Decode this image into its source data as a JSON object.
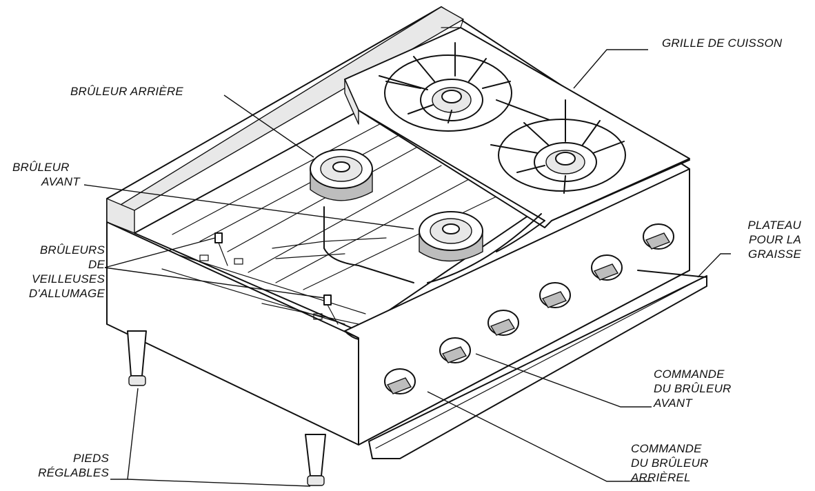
{
  "labels": {
    "grille": "GRILLE DE CUISSON",
    "bruleur_arriere": "BRÛLEUR ARRIÈRE",
    "bruleur_avant": [
      "BRÛLEUR",
      "AVANT"
    ],
    "veilleuses": [
      "BRÛLEURS",
      "DE",
      "VEILLEUSES",
      "D'ALLUMAGE"
    ],
    "plateau": [
      "PLATEAU",
      "POUR LA",
      "GRAISSE"
    ],
    "commande_avant": [
      "COMMANDE",
      "DU BRÛLEUR",
      "AVANT"
    ],
    "commande_arriere": [
      "COMMANDE",
      "DU BRÛLEUR",
      "ARRIÈREL"
    ],
    "pieds": [
      "PIEDS",
      "RÉGLABLES"
    ]
  }
}
